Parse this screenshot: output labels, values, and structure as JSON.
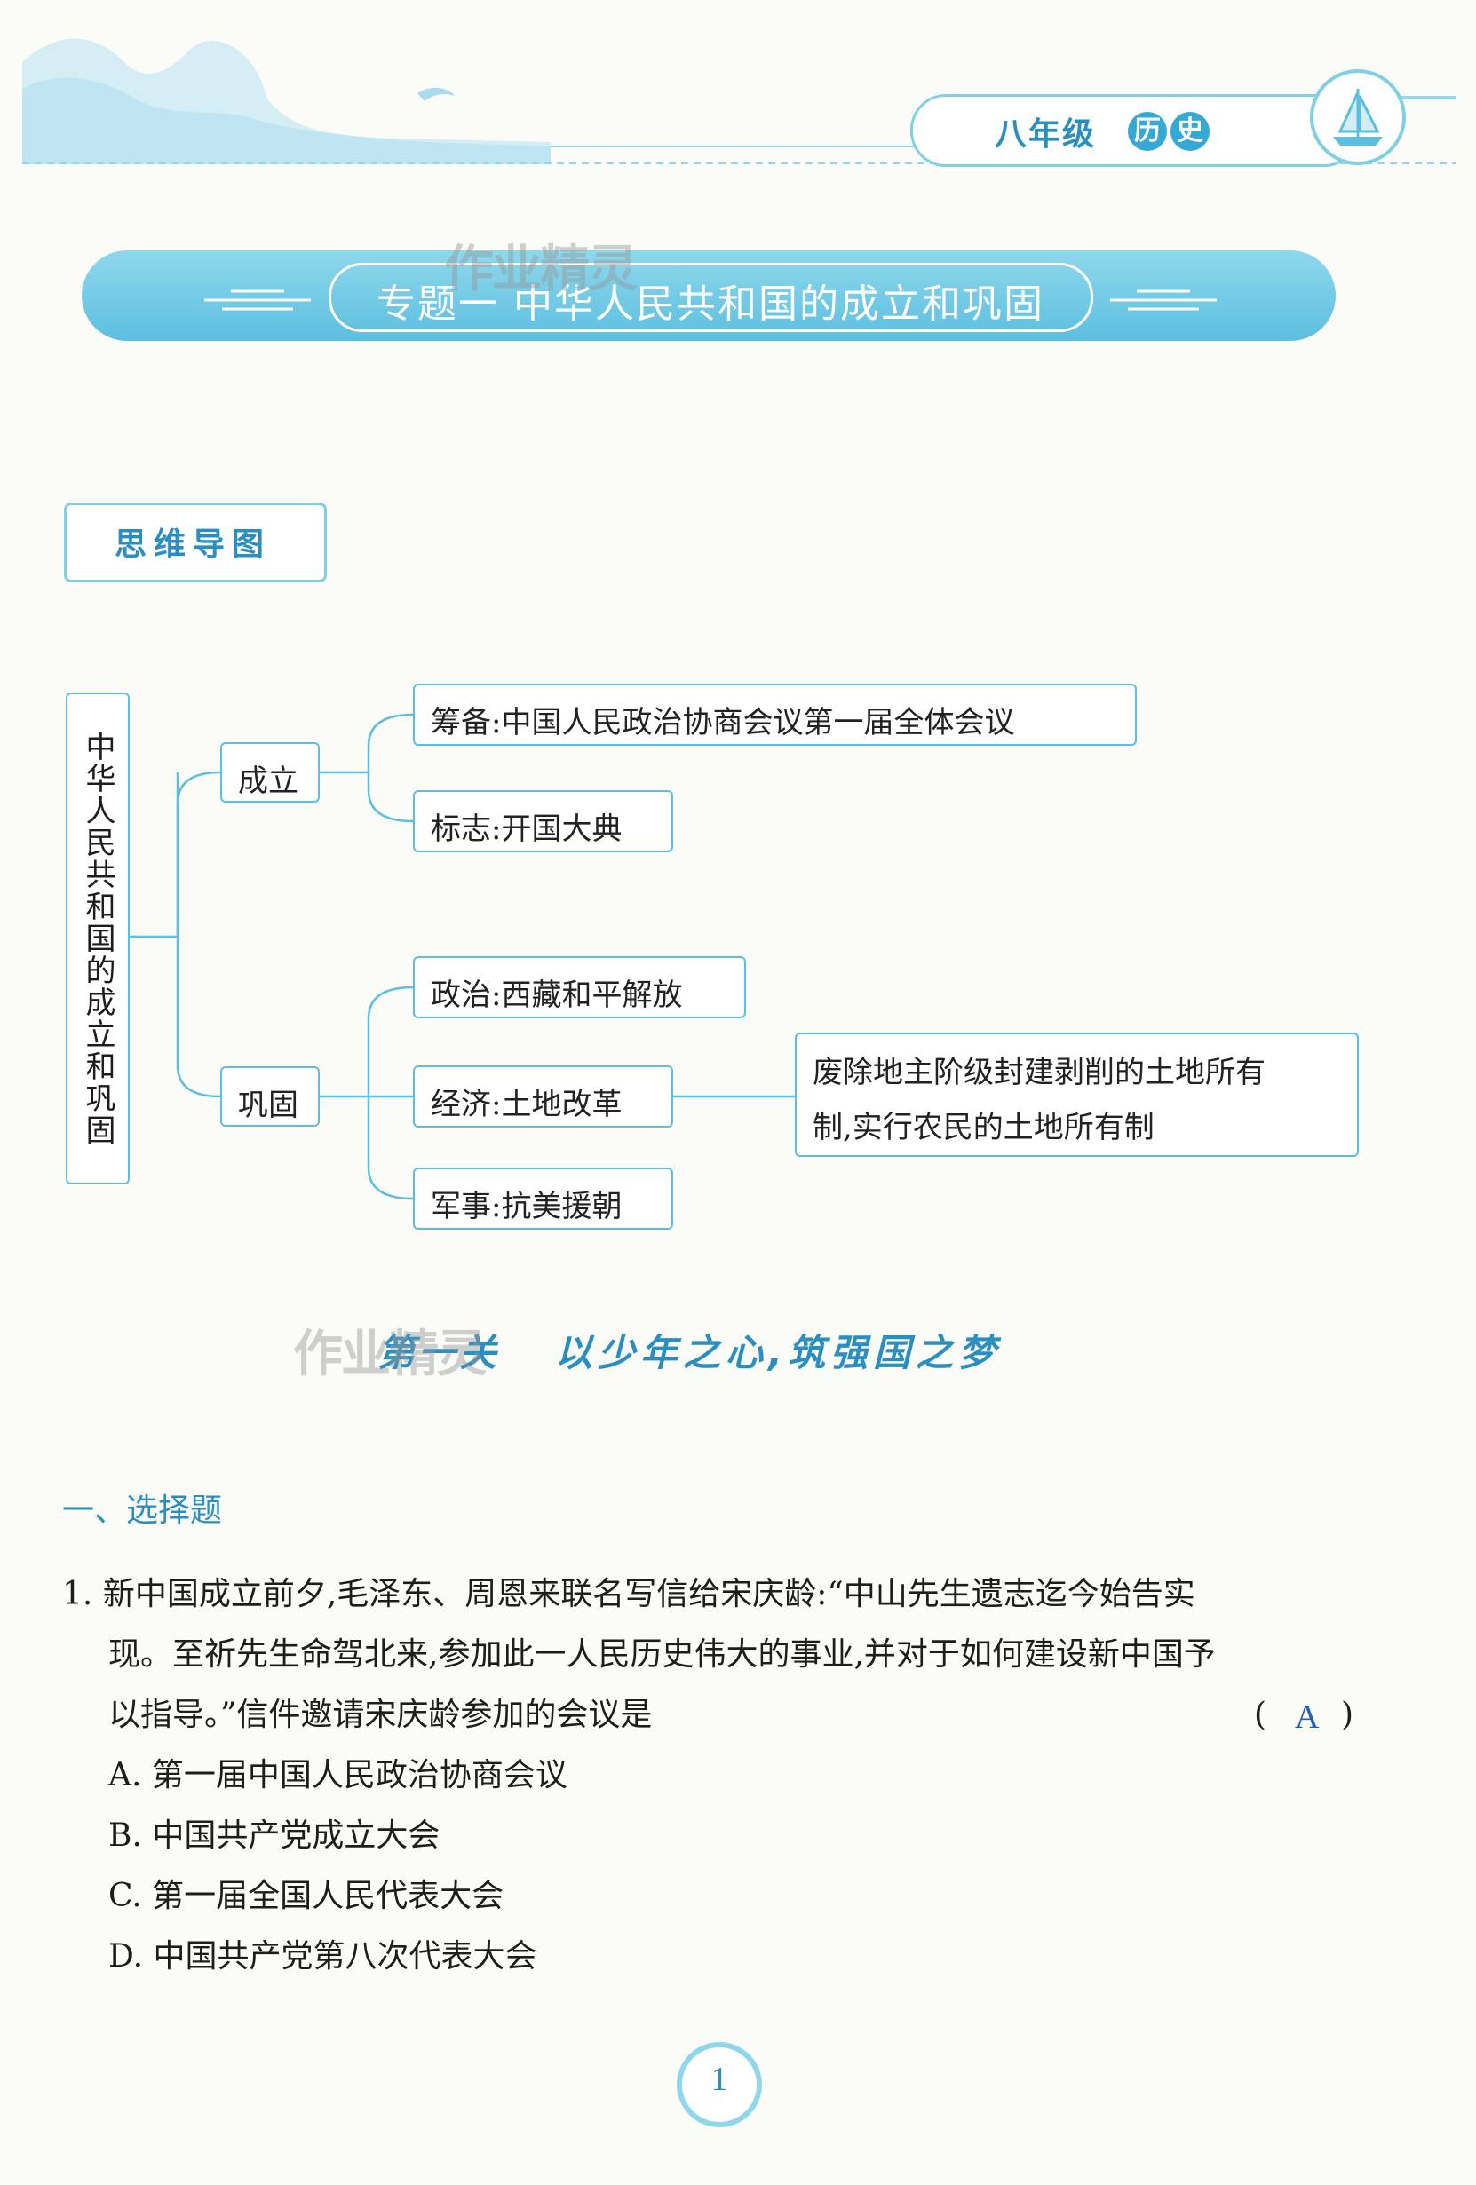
{
  "header": {
    "grade": "八年级",
    "subject_chars": [
      "历",
      "史"
    ]
  },
  "topic": {
    "title": "专题一 中华人民共和国的成立和巩固"
  },
  "mind_map": {
    "label": "思维导图",
    "root": "中华人民共和国的成立和巩固",
    "branches": [
      {
        "label": "成立",
        "items": [
          "筹备:中国人民政治协商会议第一届全体会议",
          "标志:开国大典"
        ]
      },
      {
        "label": "巩固",
        "items": [
          "政治:西藏和平解放",
          "经济:土地改革",
          "军事:抗美援朝"
        ]
      }
    ],
    "economy_detail_line1": "废除地主阶级封建剥削的土地所有",
    "economy_detail_line2": "制,实行农民的土地所有制"
  },
  "slogan": {
    "prefix": "第一关",
    "text": "以少年之心,筑强国之梦"
  },
  "watermark": "作业精灵",
  "section": {
    "title": "一、选择题"
  },
  "question1": {
    "number": "1.",
    "line1": "新中国成立前夕,毛泽东、周恩来联名写信给宋庆龄:“中山先生遗志迄今始告实",
    "line2": "现。至祈先生命驾北来,参加此一人民历史伟大的事业,并对于如何建设新中国予",
    "line3": "以指导。”信件邀请宋庆龄参加的会议是",
    "answer_open": "(",
    "answer": "A",
    "answer_close": ")",
    "options": [
      {
        "key": "A.",
        "text": "第一届中国人民政治协商会议"
      },
      {
        "key": "B.",
        "text": "中国共产党成立大会"
      },
      {
        "key": "C.",
        "text": "第一届全国人民代表大会"
      },
      {
        "key": "D.",
        "text": "中国共产党第八次代表大会"
      }
    ]
  },
  "footer": {
    "page_number": "1"
  },
  "colors": {
    "accent": "#2a8fc0",
    "light": "#8fd8ec",
    "answer": "#1f5fbf"
  }
}
